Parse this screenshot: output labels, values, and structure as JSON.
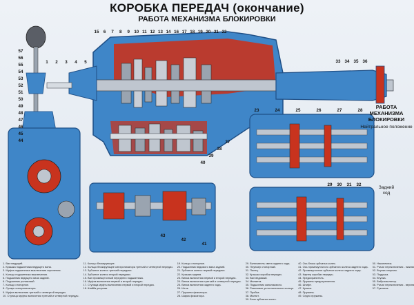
{
  "header": {
    "title": "КОРОБКА ПЕРЕДАЧ (окончание)",
    "subtitle": "РАБОТА МЕХАНИЗМА БЛОКИРОВКИ"
  },
  "side_panel": {
    "title_line1": "РАБОТА",
    "title_line2": "МЕХАНИЗМА",
    "title_line3": "БЛОКИРОВКИ",
    "neutral": "Нейтральное положение",
    "reverse_line1": "Задний",
    "reverse_line2": "ход"
  },
  "callouts": {
    "main_top": [
      "15",
      "6",
      "7",
      "8",
      "9",
      "10",
      "11",
      "12",
      "13",
      "14",
      "16",
      "17",
      "18",
      "19",
      "20",
      "21",
      "22"
    ],
    "right_top": [
      "33",
      "34",
      "35",
      "36"
    ],
    "left_col": [
      "57",
      "56",
      "55",
      "54",
      "53",
      "52",
      "51",
      "50",
      "49",
      "48",
      "47",
      "46",
      "45",
      "44"
    ],
    "left_top": [
      "1",
      "2",
      "3",
      "4",
      "5"
    ],
    "bottom_main": [
      "37",
      "38",
      "39",
      "40"
    ],
    "lower_section": [
      "41",
      "42",
      "43"
    ],
    "detail": [
      "23",
      "24",
      "25",
      "26",
      "27",
      "28",
      "29",
      "30",
      "31",
      "32"
    ]
  },
  "legend": {
    "columns": [
      [
        "1. Вал ведущий.",
        "2. Крышка подшипника ведущего вала.",
        "3. Муфта подшипника выключения сцепления.",
        "4. Кольцо подшипника выключения.",
        "5. Подшипник ведущего вала задний.",
        "6. Подшипник роликовый.",
        "7. Кольцо стопорное.",
        "8. Сухарь синхронизатора.",
        "9. Муфта включения третьей и четвертой передач.",
        "10. Ступица муфты включения третьей и четвертой передач."
      ],
      [
        "11. Кольцо блокирующее.",
        "12. Кольцо блокирующее синхронизатора третьей и четвертой передач.",
        "13. Зубчатое колесо третьей передачи.",
        "14. Зубчатое колесо второй передачи.",
        "15. Вал промежуточный переднего подшипника.",
        "16. Муфта включения первой и второй передач.",
        "17. Ступица муфты включения первой и второй передач.",
        "18. Шайба упорная."
      ],
      [
        "19. Кольцо стопорное.",
        "20. Подшипник ведомого вала задний.",
        "21. Зубчатое колесо первой передачи.",
        "22. Крышка задняя.",
        "23. Вилка включения первой и второй передач.",
        "24. Вилка включения третьей и четвертой передач.",
        "25. Вилка включения заднего хода.",
        "26. Шток.",
        "27. Пружина фиксатора.",
        "28. Шарик фиксатора."
      ],
      [
        "29. Включатель света заднего хода.",
        "30. Плунжер стопорный.",
        "31. Палец.",
        "32. Крышка коробки передач.",
        "33. Вал ведомый.",
        "34. Манжета.",
        "35. Подшипник сальникового.",
        "36. Резиновое уплотнительное кольцо.",
        "37. Пробка.",
        "38. Магнит.",
        "39. Блок зубчатых колес."
      ],
      [
        "40. Ось блока зубчатых колес.",
        "41. Ось промежуточного зубчатого колеса заднего хода.",
        "42. Промежуточное зубчатое колесо заднего хода.",
        "43. Картер коробки передач.",
        "44. Предохранитель.",
        "45. Пружина предохранителя.",
        "46. Штифт.",
        "47. Кулиса.",
        "48. Пружина.",
        "49. Седло пружины."
      ],
      [
        "50. Наконечник.",
        "51. Рычаг переключения - нижняя часть.",
        "52. Втулка опорная.",
        "53. Подушка.",
        "54. Втулка.",
        "55. Виброизолятор.",
        "56. Рычаг переключения - верхняя часть.",
        "57. Рукоятка."
      ]
    ]
  },
  "colors": {
    "housing_blue": "#3f86c8",
    "housing_dark": "#1f4f86",
    "oil_red": "#c8331e",
    "shaft_steel": "#bfc6cf",
    "cutaway_panel": "#2e2f33"
  }
}
